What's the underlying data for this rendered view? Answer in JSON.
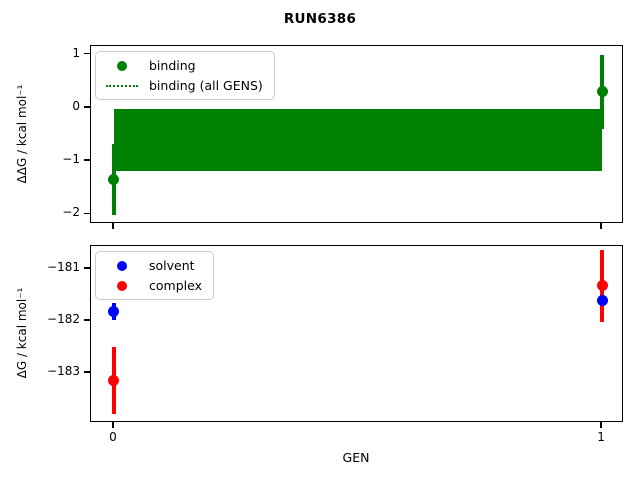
{
  "title": "RUN6386",
  "x_axis": {
    "label": "GEN",
    "ticks": [
      0,
      1
    ],
    "xlim": [
      -0.047,
      1.045
    ]
  },
  "colors": {
    "binding": "#008000",
    "solvent": "#0000ff",
    "complex": "#ff0000"
  },
  "chart_data": [
    {
      "type": "scatter",
      "subplot": "top",
      "ylabel": "ΔΔG / kcal mol⁻¹",
      "ylim": [
        -2.18,
        1.16
      ],
      "yticks": [
        1,
        0,
        -1,
        -2
      ],
      "legend_position": "upper left",
      "series": [
        {
          "name": "binding",
          "marker": "circle",
          "color": "#008000",
          "x": [
            0,
            1
          ],
          "y": [
            -1.35,
            0.3
          ],
          "yerr": [
            0.67,
            0.7
          ]
        },
        {
          "name": "binding (all GENS)",
          "marker": "dotted-line-with-band",
          "color": "#008000",
          "style": "band",
          "x_range": [
            0,
            1
          ],
          "y_top": -0.03,
          "y_bottom": -1.18
        }
      ]
    },
    {
      "type": "scatter",
      "subplot": "bottom",
      "ylabel": "ΔG / kcal mol⁻¹",
      "ylim": [
        -183.97,
        -180.55
      ],
      "yticks": [
        -181,
        -182,
        -183
      ],
      "legend_position": "upper left",
      "series": [
        {
          "name": "solvent",
          "marker": "circle",
          "color": "#0000ff",
          "x": [
            0,
            1
          ],
          "y": [
            -181.82,
            -181.61
          ],
          "yerr": [
            0.16,
            0.18
          ]
        },
        {
          "name": "complex",
          "marker": "circle",
          "color": "#ff0000",
          "x": [
            0,
            1
          ],
          "y": [
            -183.15,
            -181.32
          ],
          "yerr": [
            0.65,
            0.7
          ]
        }
      ]
    }
  ]
}
